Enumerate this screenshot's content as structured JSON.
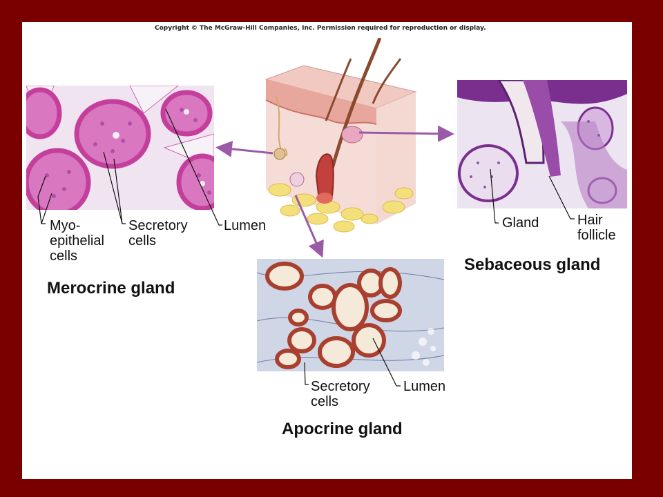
{
  "copyright": "Copyright © The McGraw-Hill Companies, Inc. Permission required for reproduction or display.",
  "merocrine": {
    "title": "Merocrine gland",
    "labels": {
      "myo": "Myo-\nepithelial\ncells",
      "secretory": "Secretory\ncells",
      "lumen": "Lumen"
    }
  },
  "apocrine": {
    "title": "Apocrine gland",
    "labels": {
      "secretory": "Secretory\ncells",
      "lumen": "Lumen"
    }
  },
  "sebaceous": {
    "title": "Sebaceous gland",
    "labels": {
      "gland": "Gland",
      "hair": "Hair\nfollicle"
    }
  },
  "colors": {
    "border": "#7a0000",
    "arrow": "#9a5aa8",
    "merocrine_stain": "#d24ea6",
    "apocrine_stain": "#b0513a",
    "sebaceous_stain": "#8a3f9c"
  }
}
